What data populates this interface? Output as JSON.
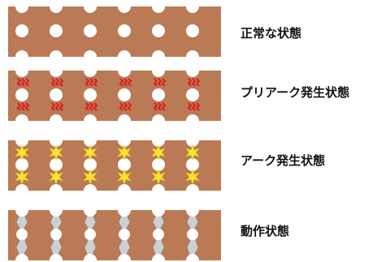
{
  "states": [
    {
      "id": "normal",
      "label": "正常な状態",
      "feature": "none"
    },
    {
      "id": "pre-arc",
      "label": "プリアーク発生状態",
      "feature": "red-arc"
    },
    {
      "id": "arc",
      "label": "アーク発生状態",
      "feature": "yellow-flash"
    },
    {
      "id": "operating",
      "label": "動作状態",
      "feature": "gray-melt"
    }
  ],
  "colors": {
    "copper": "#b97a55",
    "hole": "#ffffff",
    "arc_red": "#e02020",
    "flash_yellow": "#f7e33a",
    "melt_gray": "#9a9a9a"
  }
}
